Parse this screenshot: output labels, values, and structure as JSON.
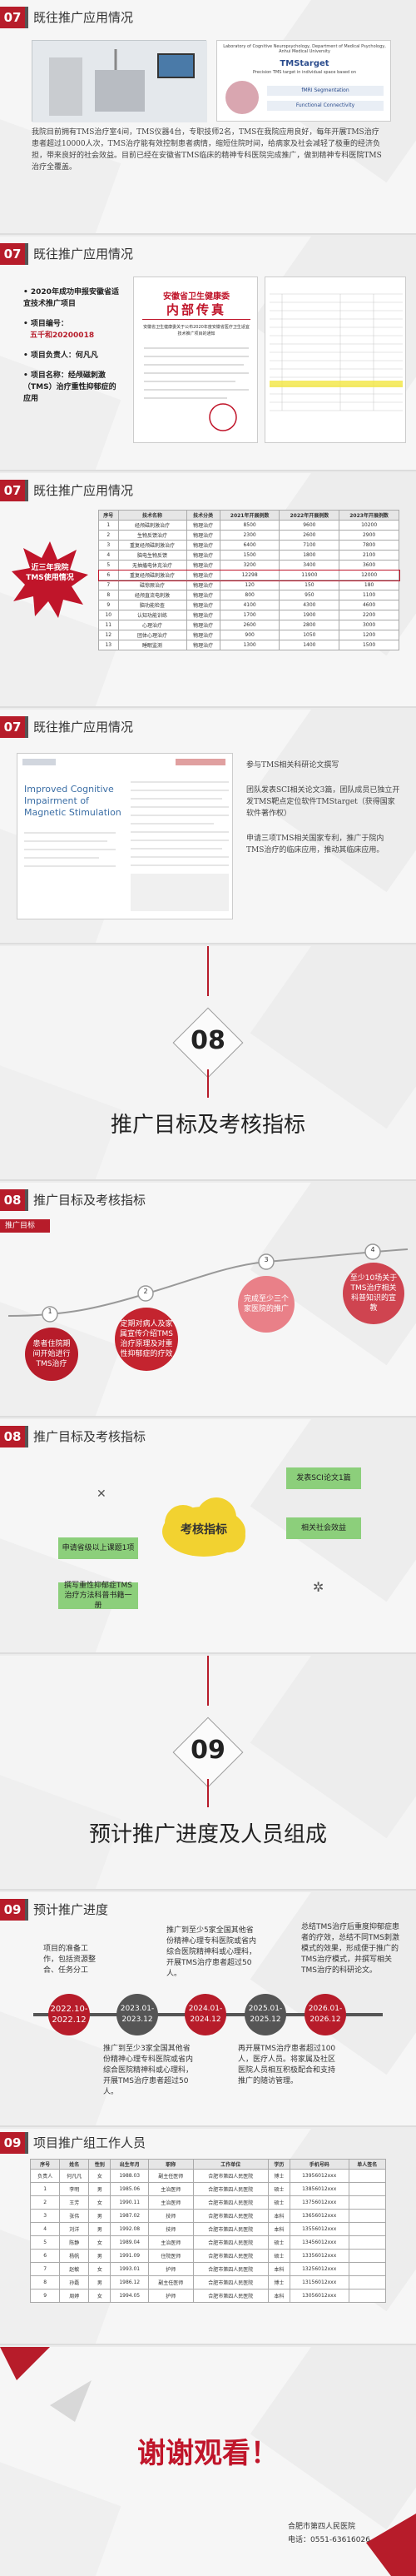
{
  "s1": {
    "num": "07",
    "title": "既往推广应用情况",
    "card_lines": [
      "Laboratory of Cognitive Neuropsychology, Department of Medical Psychology, Anhui Medical University",
      "TMStarget",
      "Precision TMS target in individual space based on",
      "fMRI Segmentation",
      "Functional Connectivity"
    ],
    "para": "我院目前拥有TMS治疗室4间，TMS仪器4台，专职技师2名，TMS在我院应用良好，每年开展TMS治疗患者超过10000人次，TMS治疗能有效控制患者病情，缩短住院时间，给病家及社会减轻了极重的经济负担，带来良好的社会效益。目前已经在安徽省TMS临床的精神专科医院完成推广，做到精神专科医院TMS治疗全覆盖。"
  },
  "s2": {
    "num": "07",
    "title": "既往推广应用情况",
    "bullets": [
      "2020年成功申报安徽省适宜技术推广项目",
      "项目编号：",
      "项目负责人：何凡凡",
      "项目名称：经颅磁刺激（TMS）治疗重性抑郁症的应用"
    ],
    "project_no": "五千和20200018",
    "fax_title1": "安徽省卫生健康委",
    "fax_title2": "内部传真",
    "fax_sub": "安徽省卫生健康委关于公布2020年度安徽省医疗卫生适宜技术推广项目的通知"
  },
  "s3": {
    "num": "07",
    "title": "既往推广应用情况",
    "starburst": "近三年我院TMS使用情况",
    "table": {
      "headers": [
        "序号",
        "技术名称",
        "技术分类",
        "2021年开展例数",
        "2022年开展例数",
        "2023年开展例数"
      ],
      "rows": [
        [
          "1",
          "经颅磁刺激治疗",
          "物理治疗",
          "8500",
          "9600",
          "10200"
        ],
        [
          "2",
          "生物反馈治疗",
          "物理治疗",
          "2300",
          "2600",
          "2900"
        ],
        [
          "3",
          "重复经颅磁刺激治疗",
          "物理治疗",
          "6400",
          "7100",
          "7800"
        ],
        [
          "4",
          "脑电生物反馈",
          "物理治疗",
          "1500",
          "1800",
          "2100"
        ],
        [
          "5",
          "无抽搐电休克治疗",
          "物理治疗",
          "3200",
          "3400",
          "3600"
        ],
        [
          "6",
          "重复经颅磁刺激治疗",
          "物理治疗",
          "12298",
          "11900",
          "12000"
        ],
        [
          "7",
          "磁惊厥治疗",
          "物理治疗",
          "120",
          "150",
          "180"
        ],
        [
          "8",
          "经颅直流电刺激",
          "物理治疗",
          "800",
          "950",
          "1100"
        ],
        [
          "9",
          "脑功能检查",
          "物理治疗",
          "4100",
          "4300",
          "4600"
        ],
        [
          "10",
          "认知功能训练",
          "物理治疗",
          "1700",
          "1900",
          "2200"
        ],
        [
          "11",
          "心理治疗",
          "物理治疗",
          "2600",
          "2800",
          "3000"
        ],
        [
          "12",
          "团体心理治疗",
          "物理治疗",
          "900",
          "1050",
          "1200"
        ],
        [
          "13",
          "睡眠监测",
          "物理治疗",
          "1300",
          "1400",
          "1500"
        ]
      ]
    }
  },
  "s4": {
    "num": "07",
    "title": "既往推广应用情况",
    "paper_title": "Improved Cognitive Impairment of Magnetic Stimulation",
    "right_paras": [
      "参与TMS相关科研论文撰写",
      "团队发表SCI相关论文3篇，团队成员已独立开发TMS靶点定位软件TMStarget（获得国家软件著作权）",
      "申请三项TMS相关国家专利，推广于院内TMS治疗的临床应用，推动其临床应用。"
    ]
  },
  "s5": {
    "num": "08",
    "title": "推广目标及考核指标"
  },
  "s6": {
    "num": "08",
    "title": "推广目标及考核指标",
    "tag": "推广目标",
    "steps": [
      {
        "n": "1",
        "text": "患者住院期间开始进行TMS治疗"
      },
      {
        "n": "2",
        "text": "定期对病人及家属宣传介绍TMS治疗原理及对重性抑郁症的疗效"
      },
      {
        "n": "3",
        "text": "完成至少三个家医院的推广"
      },
      {
        "n": "4",
        "text": "至少10场关于TMS治疗相关科普知识的宣教"
      }
    ]
  },
  "s7": {
    "num": "08",
    "title": "推广目标及考核指标",
    "center": "考核指标",
    "items": [
      "发表SCI论文1篇",
      "申请省级以上课题1项",
      "相关社会效益",
      "撰写重性抑郁症TMS治疗方法科普书籍一册"
    ]
  },
  "s8": {
    "num": "09",
    "title": "预计推广进度及人员组成"
  },
  "s9": {
    "num": "09",
    "title": "预计推广进度",
    "phases": [
      {
        "date": "2022.10-2022.12",
        "text": "项目的准备工作，包括资源整合、任务分工"
      },
      {
        "date": "2023.01-2023.12",
        "text": "推广到至少3家全国其他省份精神心理专科医院或省内综合医院精神科或心理科，开展TMS治疗患者超过50人。"
      },
      {
        "date": "2024.01-2024.12",
        "text": "推广到至少5家全国其他省份精神心理专科医院或省内综合医院精神科或心理科，开展TMS治疗患者超过50人。"
      },
      {
        "date": "2025.01-2025.12",
        "text": "再开展TMS治疗患者超过100人，医疗人员。将家属及社区医院人员相互积极配合和支持推广的随访管理。"
      },
      {
        "date": "2026.01-2026.12",
        "text": "总结TMS治疗后重度抑郁症患者的疗效，总结不同TMS刺激模式的效果，形成便于推广的TMS治疗模式，并撰写相关TMS治疗的科研论文。"
      }
    ]
  },
  "s10": {
    "num": "09",
    "title": "项目推广组工作人员",
    "table": {
      "headers": [
        "序号",
        "姓名",
        "性别",
        "出生年月",
        "职称",
        "工作单位",
        "学历",
        "手机号码",
        "单人签名"
      ],
      "rows": [
        [
          "负责人",
          "何凡凡",
          "女",
          "1988.03",
          "副主任医师",
          "合肥市第四人民医院",
          "博士",
          "13956012xxx",
          ""
        ],
        [
          "1",
          "李明",
          "男",
          "1985.06",
          "主治医师",
          "合肥市第四人民医院",
          "硕士",
          "13856012xxx",
          ""
        ],
        [
          "2",
          "王芳",
          "女",
          "1990.11",
          "主治医师",
          "合肥市第四人民医院",
          "硕士",
          "13756012xxx",
          ""
        ],
        [
          "3",
          "张伟",
          "男",
          "1987.02",
          "技师",
          "合肥市第四人民医院",
          "本科",
          "13656012xxx",
          ""
        ],
        [
          "4",
          "刘洋",
          "男",
          "1992.08",
          "技师",
          "合肥市第四人民医院",
          "本科",
          "13556012xxx",
          ""
        ],
        [
          "5",
          "陈静",
          "女",
          "1989.04",
          "主治医师",
          "合肥市第四人民医院",
          "硕士",
          "13456012xxx",
          ""
        ],
        [
          "6",
          "杨帆",
          "男",
          "1991.09",
          "住院医师",
          "合肥市第四人民医院",
          "硕士",
          "13356012xxx",
          ""
        ],
        [
          "7",
          "赵敏",
          "女",
          "1993.01",
          "护师",
          "合肥市第四人民医院",
          "本科",
          "13256012xxx",
          ""
        ],
        [
          "8",
          "孙磊",
          "男",
          "1986.12",
          "副主任医师",
          "合肥市第四人民医院",
          "博士",
          "13156012xxx",
          ""
        ],
        [
          "9",
          "周婷",
          "女",
          "1994.05",
          "护师",
          "合肥市第四人民医院",
          "本科",
          "13056012xxx",
          ""
        ]
      ]
    }
  },
  "s11": {
    "thanks": "谢谢观看！",
    "hospital": "合肥市第四人民医院",
    "phone": "电话：0551-63616026"
  },
  "colors": {
    "accent": "#b71c2a",
    "green": "#8ccf7b"
  }
}
